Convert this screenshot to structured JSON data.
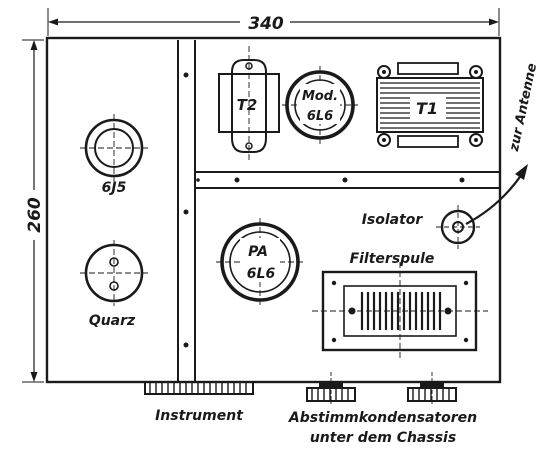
{
  "dimensions": {
    "width_label": "340",
    "height_label": "260"
  },
  "labels": {
    "tube_6j5": "6J5",
    "crystal": "Quarz",
    "transformer_2": "T2",
    "mod_tube_line1": "Mod.",
    "mod_tube_line2": "6L6",
    "transformer_1": "T1",
    "antenna": "zur Antenne",
    "isolator": "Isolator",
    "pa_tube_line1": "PA",
    "pa_tube_line2": "6L6",
    "filter_coil": "Filterspule",
    "instrument": "Instrument",
    "tuning_caps_line1": "Abstimmkondensatoren",
    "tuning_caps_line2": "unter dem Chassis"
  },
  "colors": {
    "ink": "#1a1a1a",
    "paper": "#ffffff"
  }
}
